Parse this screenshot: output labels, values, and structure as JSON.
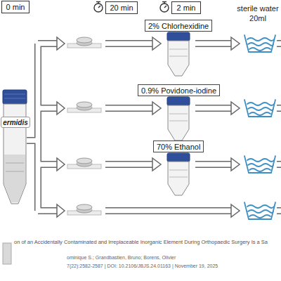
{
  "diagram": {
    "nodes": [
      {
        "text": [
          "0 min"
        ]
      },
      {
        "text": [
          "20 min"
        ]
      },
      {
        "text": [
          "2 min"
        ]
      },
      {
        "text": [
          "ermidis"
        ]
      },
      {
        "text": [
          "2% Chlorhexidine"
        ]
      },
      {
        "text": [
          "0.9% Povidone-iodine"
        ]
      },
      {
        "text": [
          "70% Ethanol"
        ]
      }
    ],
    "labels": [
      "sterile water 20ml",
      "on of an Accidentally Contaminated and Irreplaceable Inorganic Element During Orthopaedic Surgery Is a Sa",
      "ominique S.; Grandbastien, Bruno; Borens, Olivier",
      "7(22):2582-2587 | DOI: 10.2106/JBJS.24.01163 | November 19, 2025"
    ]
  }
}
